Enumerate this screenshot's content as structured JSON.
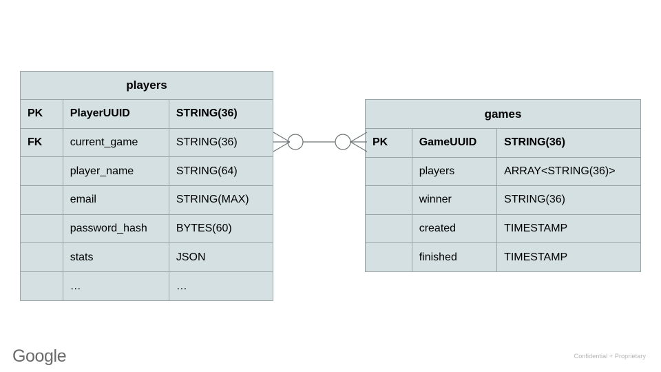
{
  "slide": {
    "background_color": "#ffffff",
    "entity_fill": "#d4e0e2",
    "entity_border": "#9aa3a5",
    "text_color": "#000000"
  },
  "entities": [
    {
      "id": "players",
      "title": "players",
      "rows": [
        {
          "key": "PK",
          "name": "PlayerUUID",
          "type": "STRING(36)",
          "bold": true
        },
        {
          "key": "FK",
          "name": "current_game",
          "type": "STRING(36)",
          "bold": false
        },
        {
          "key": "",
          "name": "player_name",
          "type": "STRING(64)",
          "bold": false
        },
        {
          "key": "",
          "name": "email",
          "type": "STRING(MAX)",
          "bold": false
        },
        {
          "key": "",
          "name": "password_hash",
          "type": "BYTES(60)",
          "bold": false
        },
        {
          "key": "",
          "name": "stats",
          "type": "JSON",
          "bold": false
        },
        {
          "key": "",
          "name": "…",
          "type": "…",
          "bold": false
        }
      ]
    },
    {
      "id": "games",
      "title": "games",
      "rows": [
        {
          "key": "PK",
          "name": "GameUUID",
          "type": "STRING(36)",
          "bold": true
        },
        {
          "key": "",
          "name": "players",
          "type": "ARRAY<STRING(36)>",
          "bold": false
        },
        {
          "key": "",
          "name": "winner",
          "type": "STRING(36)",
          "bold": false
        },
        {
          "key": "",
          "name": "created",
          "type": "TIMESTAMP",
          "bold": false
        },
        {
          "key": "",
          "name": "finished",
          "type": "TIMESTAMP",
          "bold": false
        }
      ]
    }
  ],
  "relationship": {
    "from_entity": "players",
    "from_field": "current_game",
    "to_entity": "games",
    "to_field": "GameUUID",
    "notation": "crows-foot",
    "left_end": "zero-or-many",
    "right_end": "zero-or-many",
    "line_color": "#6b7375"
  },
  "footer": {
    "logo_text": "Google",
    "note": "Confidential + Proprietary"
  }
}
